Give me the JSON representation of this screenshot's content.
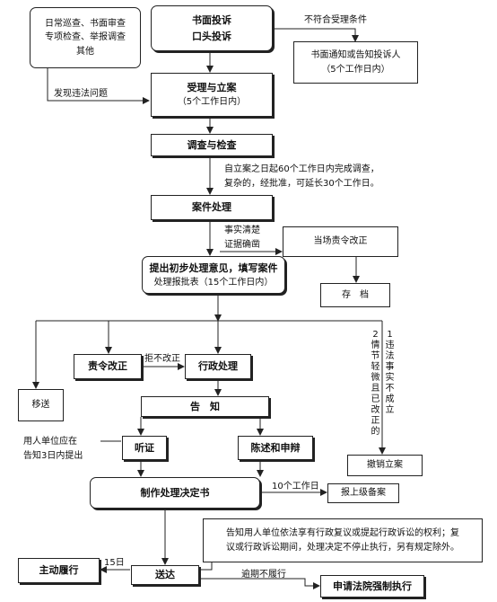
{
  "nodes": {
    "written_complaint": [
      "书面投诉",
      "口头投诉"
    ],
    "daily_inspection": [
      "日常巡查、书面审查",
      "专项检查、举报调查",
      "其他"
    ],
    "notify_complainant": [
      "书面通知或告知投诉人",
      "（5个工作日内）"
    ],
    "accept_file": [
      "受理与立案",
      "（5个工作日内）"
    ],
    "investigate": "调查与检查",
    "case_handling": "案件处理",
    "order_correction_onsite": "当场责令改正",
    "archive": "存　档",
    "preliminary_opinion": [
      "提出初步处理意见，填写案件",
      "处理报批表（15个工作日内）"
    ],
    "order_correction": "责令改正",
    "admin_handling": "行政处理",
    "transfer": "移送",
    "notify": "告　知",
    "hearing": "听证",
    "statement_defense": "陈述和申辩",
    "revoke_case": "撤销立案",
    "make_decision": "制作处理决定书",
    "report_record": "报上级备案",
    "rights_notice": [
      "告知用人单位依法享有行政复议或提起行政诉讼的权利；复",
      "议或行政诉讼期间，处理决定不停止执行，另有规定除外。"
    ],
    "deliver": "送达",
    "voluntary_perform": "主动履行",
    "court_enforcement": "申请法院强制执行"
  },
  "edge_labels": {
    "not_meet_conditions": "不符合受理条件",
    "found_violation": "发现违法问题",
    "time_limit": [
      "自立案之日起60个工作日内完成调查，",
      "复杂的，经批准，可延长30个工作日。"
    ],
    "facts_clear": [
      "事实清楚",
      "证据确凿"
    ],
    "refuse_correct": "拒不改正",
    "employer_request": [
      "用人单位应在",
      "告知3日内提出"
    ],
    "ten_days": "10个工作日",
    "fifteen_days": "15日",
    "overdue": "逾期不履行",
    "vertical_1": "1违法事实不成立",
    "vertical_2": "2情节轻微且已改正的"
  }
}
